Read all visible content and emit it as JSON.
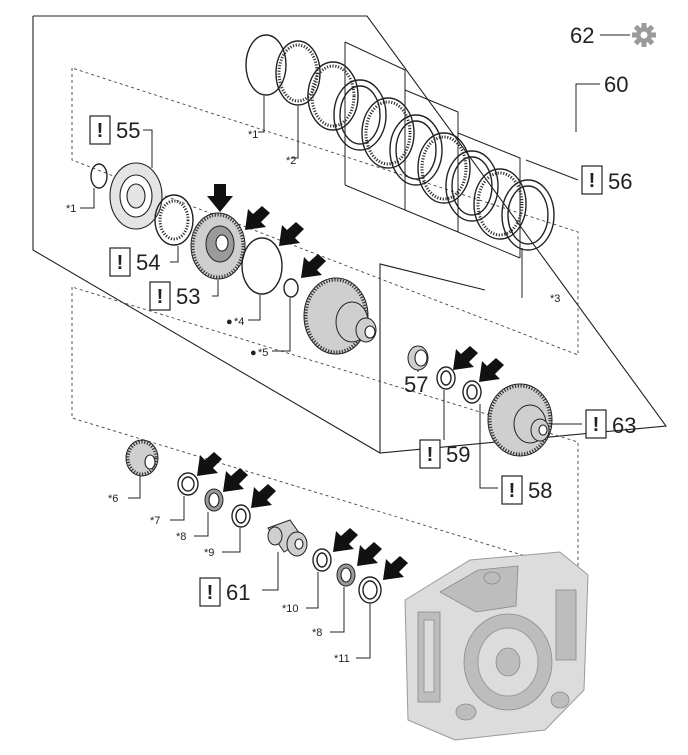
{
  "callouts": {
    "c62": "62",
    "c60": "60",
    "c55": "55",
    "c56": "56",
    "c54": "54",
    "c53": "53",
    "c57": "57",
    "c59": "59",
    "c63": "63",
    "c58": "58",
    "c61": "61"
  },
  "notes": {
    "n1a": "*1",
    "n2": "*2",
    "n1b": "*1",
    "n3": "*3",
    "n4": "*4",
    "n5": "*5",
    "n6": "*6",
    "n7": "*7",
    "n8a": "*8",
    "n9": "*9",
    "n10": "*10",
    "n8b": "*8",
    "n11": "*11"
  },
  "caution_mark": "!",
  "dot_mark": "●",
  "icons": {
    "settings": "gear-icon",
    "new_part": "arrow-icon"
  },
  "colors": {
    "settings_icon": "#9a9a9a"
  }
}
